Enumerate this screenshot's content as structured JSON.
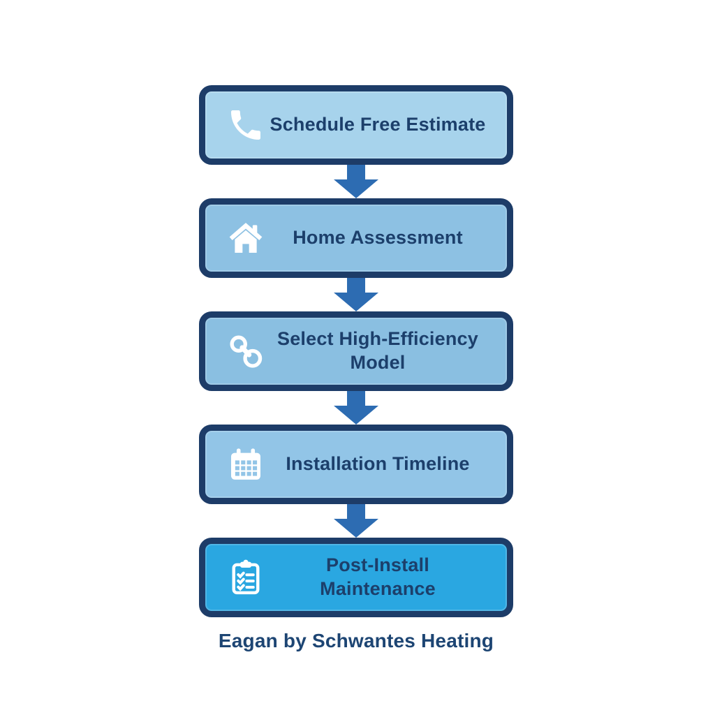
{
  "diagram": {
    "caption": "Eagan by Schwantes Heating",
    "colors": {
      "background": "#ffffff",
      "box_border": "#1d3c68",
      "arrow": "#2d6cb2",
      "label_text": "#1c3f6b",
      "icon": "#ffffff"
    },
    "steps": [
      {
        "label": "Schedule Free Estimate",
        "icon": "phone-icon",
        "fill": "#a7d3ec"
      },
      {
        "label": "Home Assessment",
        "icon": "home-icon",
        "fill": "#8dc1e3"
      },
      {
        "label": "Select High-Efficiency Model",
        "icon": "link-icon",
        "fill": "#8abfe1"
      },
      {
        "label": "Installation Timeline",
        "icon": "calendar-icon",
        "fill": "#92c5e7"
      },
      {
        "label": "Post-Install Maintenance",
        "label_line1": "Post-Install",
        "label_line2": "Maintenance",
        "icon": "clipboard-checklist-icon",
        "fill": "#2aa7e1"
      }
    ]
  }
}
